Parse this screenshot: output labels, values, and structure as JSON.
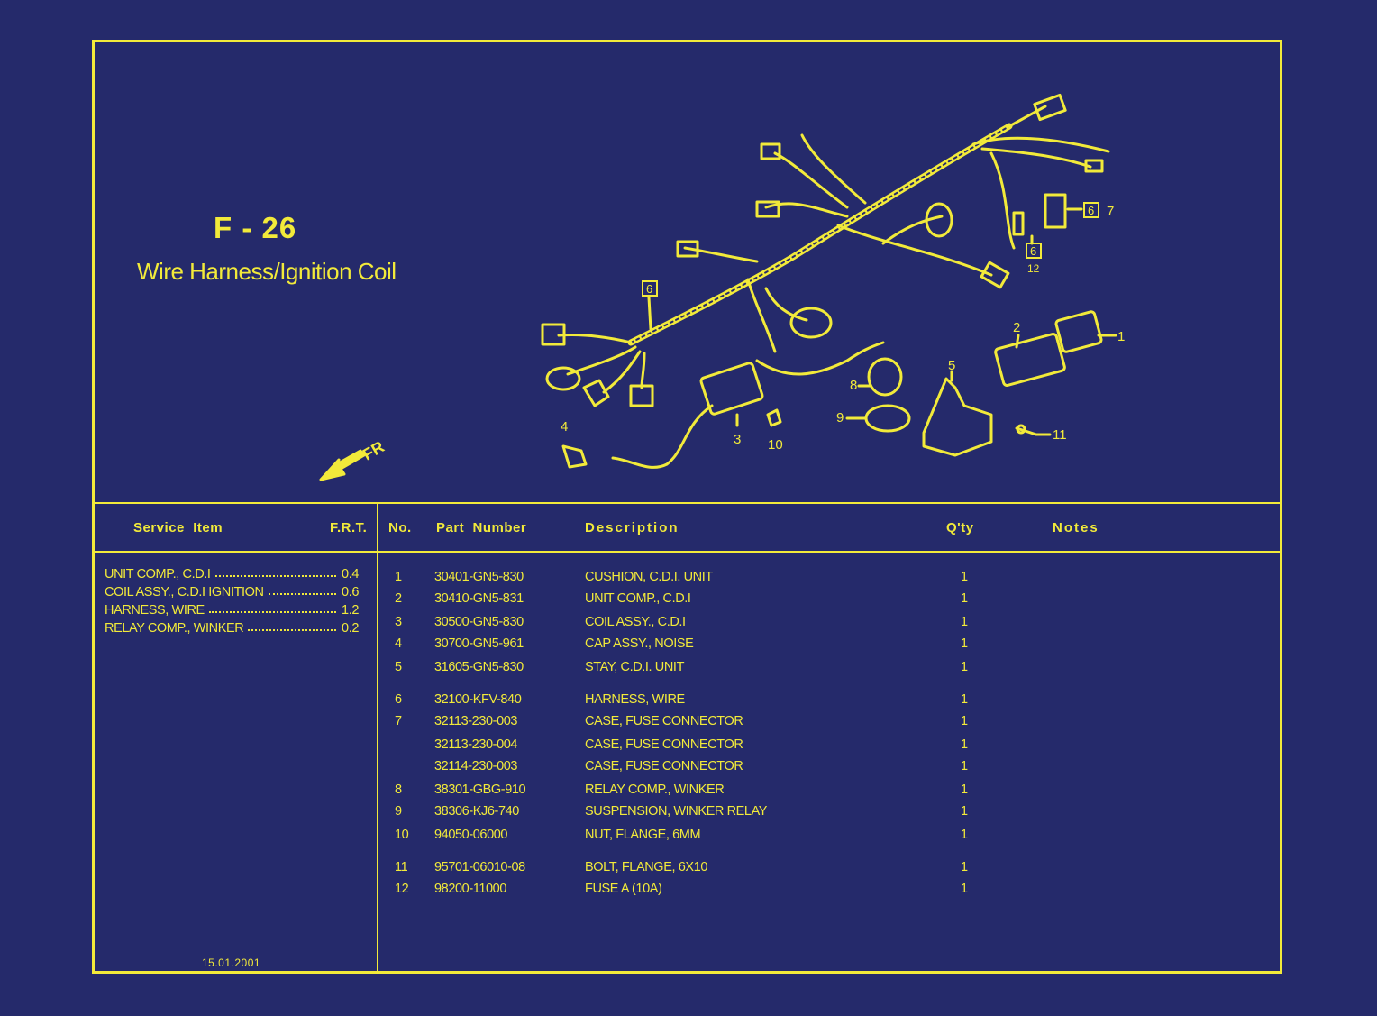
{
  "figure": {
    "code": "F - 26",
    "title": "Wire Harness/Ignition Coil"
  },
  "diagram": {
    "direction_label": "FR",
    "callouts": [
      "1",
      "2",
      "3",
      "4",
      "5",
      "6",
      "7",
      "8",
      "9",
      "10",
      "11",
      "12"
    ],
    "ref_box": "6"
  },
  "headers": {
    "service_item": "Service  Item",
    "frt": "F.R.T.",
    "no": "No.",
    "part_number": "Part  Number",
    "description": "Description",
    "qty": "Q'ty",
    "notes": "Notes"
  },
  "service_items": [
    {
      "label": "UNIT COMP., C.D.I",
      "value": "0.4"
    },
    {
      "label": "COIL ASSY., C.D.I IGNITION",
      "value": "0.6"
    },
    {
      "label": "HARNESS, WIRE",
      "value": "1.2"
    },
    {
      "label": "RELAY COMP., WINKER",
      "value": "0.2"
    }
  ],
  "parts": [
    {
      "no": "1",
      "part": "30401-GN5-830",
      "desc": "CUSHION, C.D.I. UNIT",
      "qty": "1"
    },
    {
      "no": "2",
      "part": "30410-GN5-831",
      "desc": "UNIT COMP., C.D.I",
      "qty": "1"
    },
    {
      "no": "3",
      "part": "30500-GN5-830",
      "desc": "COIL ASSY., C.D.I",
      "qty": "1"
    },
    {
      "no": "4",
      "part": "30700-GN5-961",
      "desc": "CAP ASSY., NOISE",
      "qty": "1"
    },
    {
      "no": "5",
      "part": "31605-GN5-830",
      "desc": "STAY, C.D.I. UNIT",
      "qty": "1"
    },
    {
      "no": "6",
      "part": "32100-KFV-840",
      "desc": "HARNESS, WIRE",
      "qty": "1"
    },
    {
      "no": "7",
      "part": "32113-230-003",
      "desc": "CASE, FUSE CONNECTOR",
      "qty": "1"
    },
    {
      "no": "",
      "part": "32113-230-004",
      "desc": "CASE, FUSE CONNECTOR",
      "qty": "1"
    },
    {
      "no": "",
      "part": "32114-230-003",
      "desc": "CASE, FUSE CONNECTOR",
      "qty": "1"
    },
    {
      "no": "8",
      "part": "38301-GBG-910",
      "desc": "RELAY COMP., WINKER",
      "qty": "1"
    },
    {
      "no": "9",
      "part": "38306-KJ6-740",
      "desc": "SUSPENSION, WINKER RELAY",
      "qty": "1"
    },
    {
      "no": "10",
      "part": "94050-06000",
      "desc": "NUT, FLANGE, 6MM",
      "qty": "1"
    },
    {
      "no": "11",
      "part": "95701-06010-08",
      "desc": "BOLT, FLANGE, 6X10",
      "qty": "1"
    },
    {
      "no": "12",
      "part": "98200-11000",
      "desc": "FUSE A (10A)",
      "qty": "1"
    }
  ],
  "footer": {
    "date": "15.01.2001"
  },
  "colors": {
    "background": "#252a6b",
    "ink": "#f2ea3a"
  }
}
